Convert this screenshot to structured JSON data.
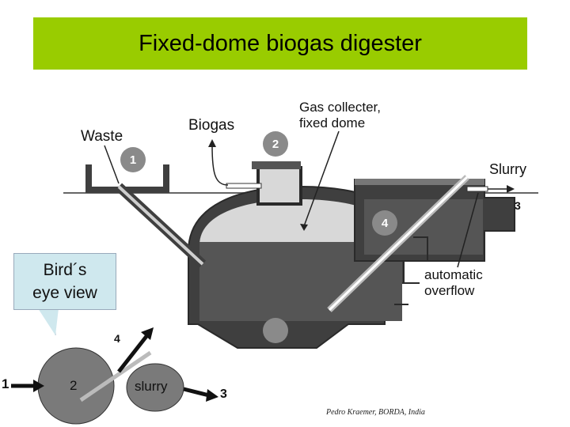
{
  "title": "Fixed-dome biogas digester",
  "labels": {
    "waste": "Waste",
    "biogas": "Biogas",
    "gas_collector_line1": "Gas collecter,",
    "gas_collector_line2": "fixed dome",
    "slurry_outlet": "Slurry",
    "automatic_line1": "automatic",
    "automatic_line2": "overflow"
  },
  "markers": {
    "m1": "1",
    "m2": "2",
    "m3": "3",
    "m4": "4"
  },
  "birds_eye": {
    "callout_line1": "Bird´s",
    "callout_line2": "eye view",
    "label_1": "1",
    "label_2": "2",
    "label_3": "3",
    "label_4": "4",
    "slurry": "slurry"
  },
  "credit": "Pedro Kraemer, BORDA, India",
  "colors": {
    "title_band": "#99cc00",
    "digester_fill": "#3f3f3f",
    "marker": "#8a8a8a",
    "callout": "#cfe8ee"
  }
}
